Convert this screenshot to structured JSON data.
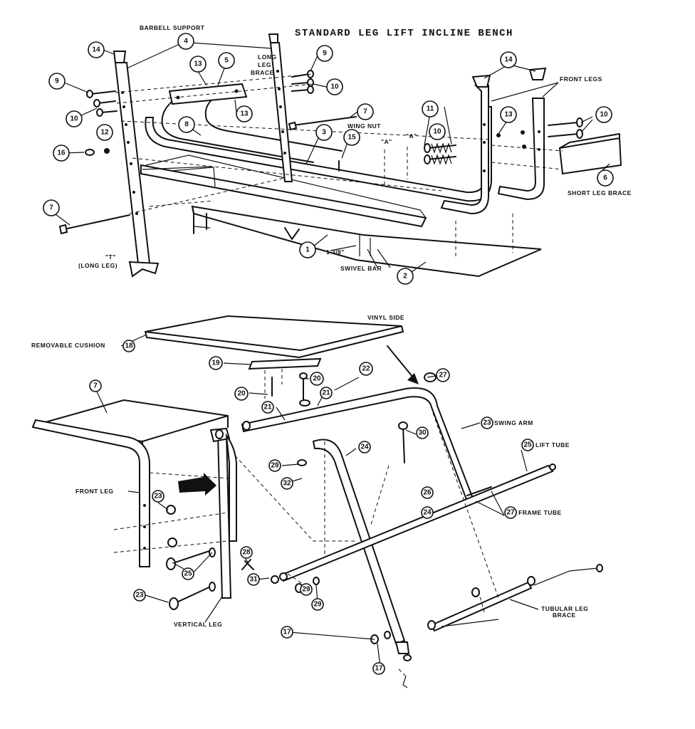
{
  "title": "STANDARD LEG LIFT INCLINE BENCH",
  "labels": {
    "barbell_support": "BARBELL SUPPORT",
    "long_leg_brace_1": "LONG",
    "long_leg_brace_2": "LEG",
    "long_leg_brace_3": "BRACE",
    "wing_nut": "WING NUT",
    "front_legs": "FRONT LEGS",
    "short_leg_brace": "SHORT LEG BRACE",
    "t_long_leg_1": "\"T\"",
    "t_long_leg_2": "(LONG LEG)",
    "swivel_bar": "SWIVEL BAR",
    "dim_1_3_8": "1 3/8\"",
    "a_mark_1": "\"A\"",
    "a_mark_2": "\"A\"",
    "vinyl_side": "VINYL SIDE",
    "removable_cushion": "REMOVABLE CUSHION",
    "swing_arm": "SWING ARM",
    "lift_tube": "LIFT TUBE",
    "frame_tube": "FRAME TUBE",
    "front_leg": "FRONT LEG",
    "vertical_leg": "VERTICAL LEG",
    "tubular_leg_brace_1": "TUBULAR LEG",
    "tubular_leg_brace_2": "BRACE"
  },
  "callouts_top": [
    "14",
    "4",
    "13",
    "5",
    "9",
    "10",
    "9",
    "10",
    "13",
    "12",
    "16",
    "8",
    "7",
    "3",
    "15",
    "11",
    "10",
    "14",
    "13",
    "10",
    "6",
    "7",
    "1",
    "2"
  ],
  "callouts_bottom": [
    "18",
    "19",
    "20",
    "20",
    "22",
    "27",
    "7",
    "21",
    "21",
    "23",
    "24",
    "30",
    "24",
    "25",
    "26",
    "27",
    "23",
    "25",
    "29",
    "32",
    "28",
    "23",
    "29",
    "31",
    "17",
    "29",
    "17"
  ]
}
